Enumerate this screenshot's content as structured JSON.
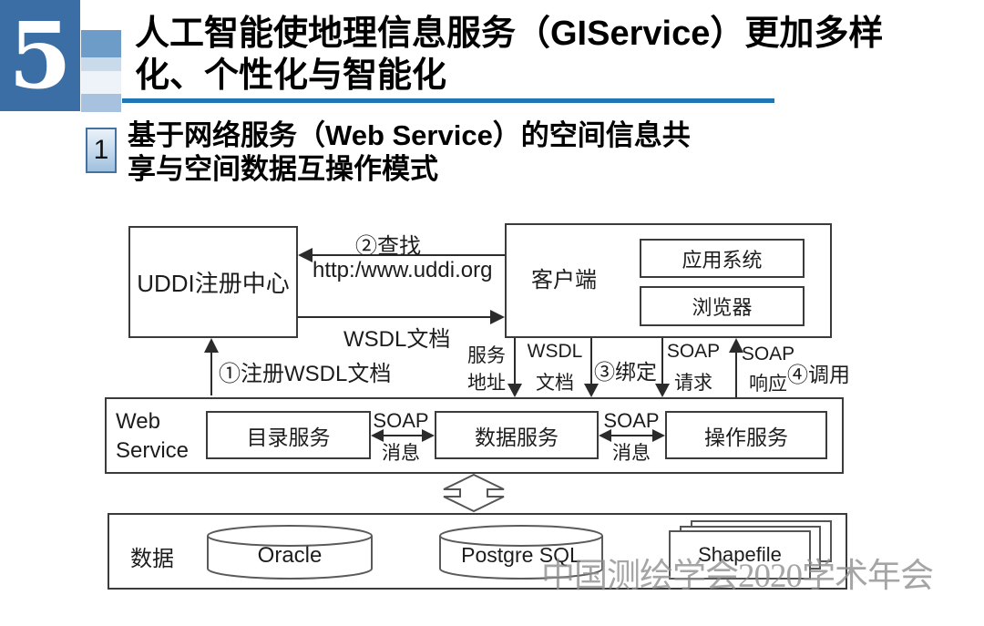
{
  "header": {
    "section_number": "5",
    "title_line1": "人工智能使地理信息服务（GIService）更加多样",
    "title_line2": "化、个性化与智能化",
    "item_number": "1",
    "subtitle_line1": "基于网络服务（Web Service）的空间信息共",
    "subtitle_line2": "享与空间数据互操作模式"
  },
  "diagram": {
    "uddi": {
      "label": "UDDI注册中心"
    },
    "client": {
      "label": "客户端",
      "app_system": "应用系统",
      "browser": "浏览器"
    },
    "arrows": {
      "find_label": "②查找",
      "find_url": "http:/www.uddi.org",
      "wsdl_doc": "WSDL文档",
      "register": "①注册WSDL文档",
      "bind": "③绑定",
      "invoke": "④调用"
    },
    "connectors": [
      {
        "line1": "服务",
        "line2": "地址"
      },
      {
        "line1": "WSDL",
        "line2": "文档"
      },
      {
        "line1": "SOAP",
        "line2": "请求"
      },
      {
        "line1": "SOAP",
        "line2": "响应"
      }
    ],
    "web_service": {
      "label_line1": "Web",
      "label_line2": "Service",
      "services": [
        "目录服务",
        "数据服务",
        "操作服务"
      ],
      "soap_message": {
        "line1": "SOAP",
        "line2": "消息"
      }
    },
    "data_layer": {
      "label": "数据",
      "stores": [
        "Oracle",
        "Postgre SQL",
        "Shapefile"
      ]
    }
  },
  "watermark": "中国测绘学会2020学术年会",
  "colors": {
    "accent_blue": "#3a6ea5",
    "underline_blue": "#1f76b4",
    "badge_light_blue": "#c3d8ec",
    "diagram_line": "#2b2b2b",
    "watermark_gray": "#8c8c8c"
  }
}
